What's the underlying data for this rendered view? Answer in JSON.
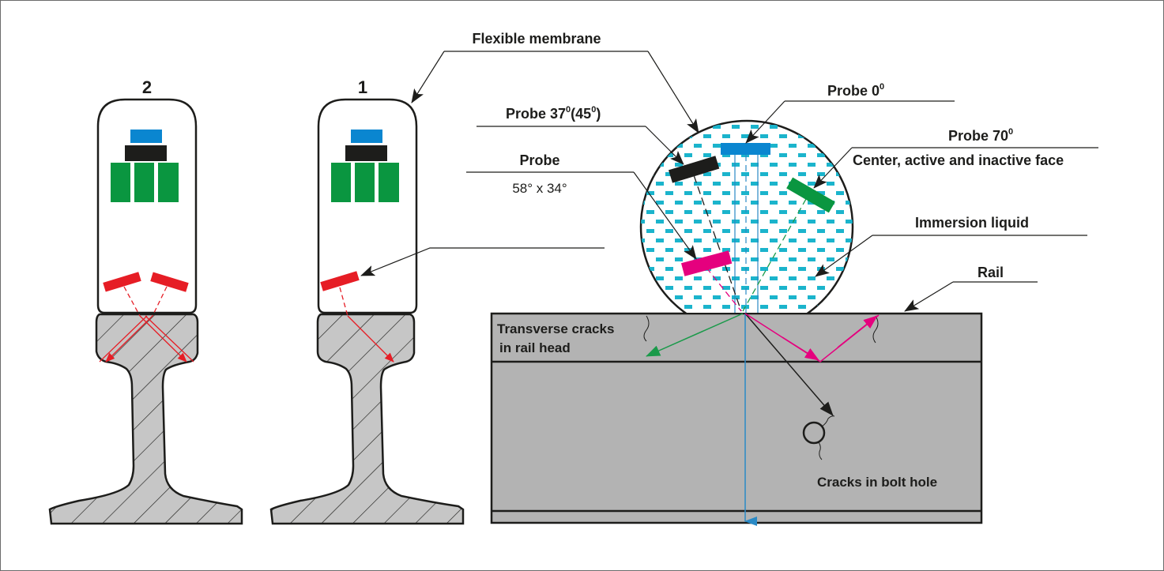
{
  "diagram": {
    "type": "ultrasonic-rail-inspection-wheel-probe",
    "colors": {
      "background": "#ffffff",
      "outline": "#1d1d1b",
      "rail_fill": "#b3b3b3",
      "rail_section_fill": "#c6c6c6",
      "probe_0": "#0a86d0",
      "probe_37": "#1d1d1b",
      "probe_70": "#0a9640",
      "probe_58": "#e5007e",
      "probe_side": "#e61d25",
      "immersion_liquid": "#1bb4cc",
      "beam_0": "#2a8ac6",
      "beam_37": "#1d1d1b",
      "beam_70": "#1a9a4a",
      "beam_58": "#e5007e",
      "beam_side": "#e61d25"
    },
    "wheels": [
      {
        "number": "2",
        "side_probes": 2,
        "description": "Wheel with two side probes (mirrored)"
      },
      {
        "number": "1",
        "side_probes": 1,
        "description": "Wheel with one side probe"
      }
    ],
    "labels": {
      "flexible_membrane": "Flexible membrane",
      "probe_0": "Probe 0",
      "probe_0_sup": "0",
      "probe_37": "Probe 37",
      "probe_37_sup1": "0",
      "probe_37_mid": "(45",
      "probe_37_sup2": "0",
      "probe_37_end": ")",
      "probe_70": "Probe 70",
      "probe_70_sup": "0",
      "probe_70_sub": "Center, active and inactive face",
      "probe_58": "Probe",
      "probe_58_sub": "58° x 34°",
      "immersion_liquid": "Immersion liquid",
      "rail": "Rail",
      "transverse_cracks_1": "Transverse cracks",
      "transverse_cracks_2": "in rail head",
      "bolt_hole_cracks": "Cracks in bolt hole"
    }
  }
}
